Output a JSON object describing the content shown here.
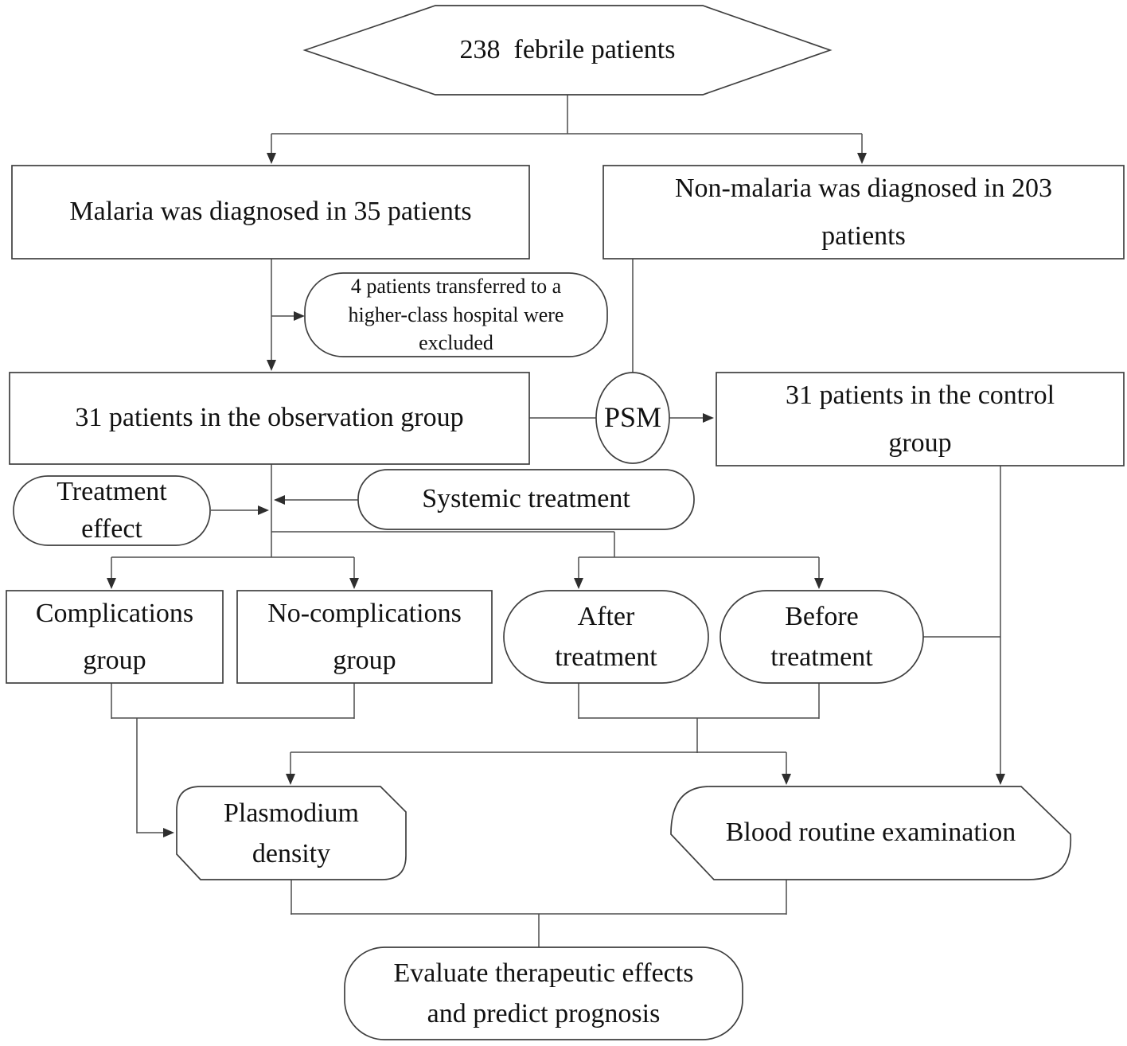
{
  "colors": {
    "background": "#ffffff",
    "ink": "#3f3f3f",
    "line": "#4d4d4d",
    "text": "#111111"
  },
  "nodes": {
    "febrile": {
      "shape": "hexagon",
      "label": "238  febrile patients"
    },
    "malaria": {
      "shape": "rect",
      "label": "Malaria was diagnosed in 35 patients"
    },
    "non_malaria": {
      "shape": "rect",
      "label": "Non-malaria was diagnosed in 203\npatients"
    },
    "excluded": {
      "shape": "stadium",
      "label": "4 patients transferred to a\nhigher-class hospital were\nexcluded"
    },
    "observation": {
      "shape": "rect",
      "label": "31 patients in the observation group"
    },
    "psm": {
      "shape": "ellipse",
      "label": "PSM"
    },
    "control": {
      "shape": "rect",
      "label": "31 patients in the control\ngroup"
    },
    "treatment_effect": {
      "shape": "stadium",
      "label": "Treatment\neffect"
    },
    "systemic": {
      "shape": "stadium",
      "label": "Systemic treatment"
    },
    "complications": {
      "shape": "rect",
      "label": "Complications\ngroup"
    },
    "no_complications": {
      "shape": "rect",
      "label": "No-complications\ngroup"
    },
    "after": {
      "shape": "stadium",
      "label": "After\ntreatment"
    },
    "before": {
      "shape": "stadium",
      "label": "Before\ntreatment"
    },
    "plasmodium": {
      "shape": "card",
      "label": "Plasmodium\ndensity"
    },
    "blood": {
      "shape": "card",
      "label": "Blood routine examination"
    },
    "evaluate": {
      "shape": "stadium",
      "label": "Evaluate therapeutic effects\nand predict prognosis"
    }
  }
}
